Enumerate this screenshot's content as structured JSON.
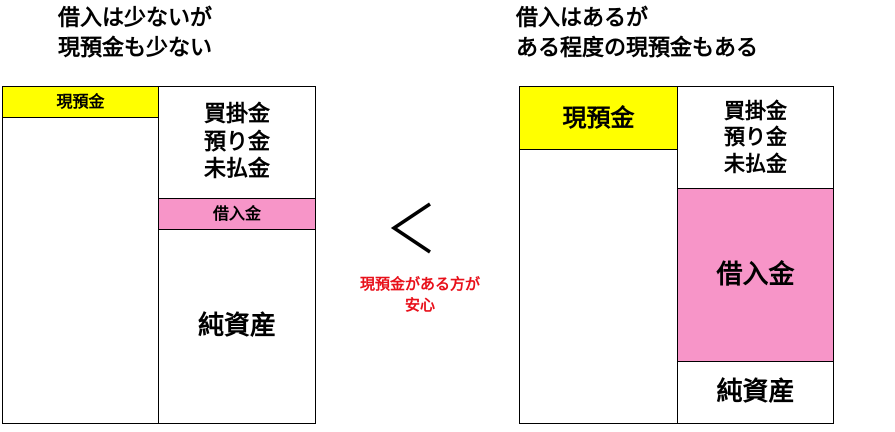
{
  "left": {
    "title": [
      "借入は少ないが",
      "現預金も少ない"
    ],
    "cash": "現預金",
    "liabilities": [
      "買掛金",
      "預り金",
      "未払金"
    ],
    "loan": "借入金",
    "equity": "純資産"
  },
  "right": {
    "title": [
      "借入はあるが",
      "ある程度の現預金もある"
    ],
    "cash": "現預金",
    "liabilities": [
      "買掛金",
      "預り金",
      "未払金"
    ],
    "loan": "借入金",
    "equity": "純資産"
  },
  "middle": {
    "symbol": "＜",
    "caption": [
      "現預金がある方が",
      "安心"
    ]
  },
  "colors": {
    "cash": "#ffff00",
    "loan": "#f795c8",
    "caption": "#e8101a"
  }
}
